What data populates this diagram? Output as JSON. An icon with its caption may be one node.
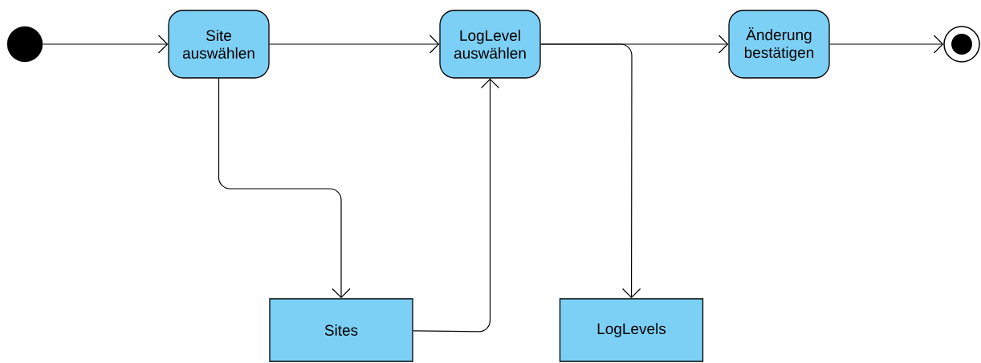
{
  "diagram": {
    "nodes": [
      {
        "text": [],
        "shape": "circle"
      },
      {
        "text": [
          "Site auswählen"
        ]
      },
      {
        "text": [
          "LogLevel auswählen"
        ]
      },
      {
        "text": [
          "Änderung bestätigen"
        ]
      },
      {
        "text": [],
        "shape": "circle"
      },
      {
        "text": [
          "Sites"
        ]
      },
      {
        "text": [
          "LogLevels"
        ]
      }
    ],
    "edges": [
      {
        "from": 0,
        "to": 1,
        "arrow": "to"
      },
      {
        "from": 1,
        "to": 2,
        "arrow": "to"
      },
      {
        "from": 2,
        "to": 3,
        "arrow": "to"
      },
      {
        "from": 3,
        "to": 4,
        "arrow": "to"
      },
      {
        "from": 1,
        "to": 5,
        "arrow": "to"
      },
      {
        "from": 5,
        "to": 2,
        "arrow": "to"
      },
      {
        "from": 2,
        "to": 6,
        "arrow": "to"
      }
    ]
  }
}
